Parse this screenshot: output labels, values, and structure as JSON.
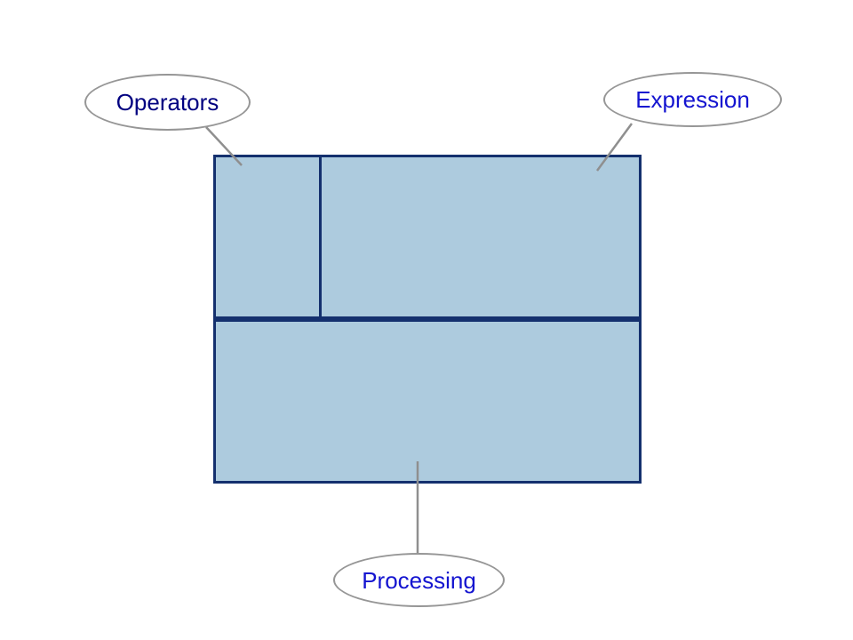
{
  "diagram": {
    "callouts": [
      {
        "id": "operators",
        "label": "Operators"
      },
      {
        "id": "expression",
        "label": "Expression"
      },
      {
        "id": "processing",
        "label": "Processing"
      }
    ]
  },
  "colors": {
    "background": "#FFFFFF",
    "rect_fill": "#ADCBDE",
    "rect_border": "#14306E",
    "ellipse_border": "#969696",
    "connector": "#8F8F8F",
    "operators_text": "#000080",
    "expression_text": "#1414D0",
    "processing_text": "#1414D0"
  }
}
